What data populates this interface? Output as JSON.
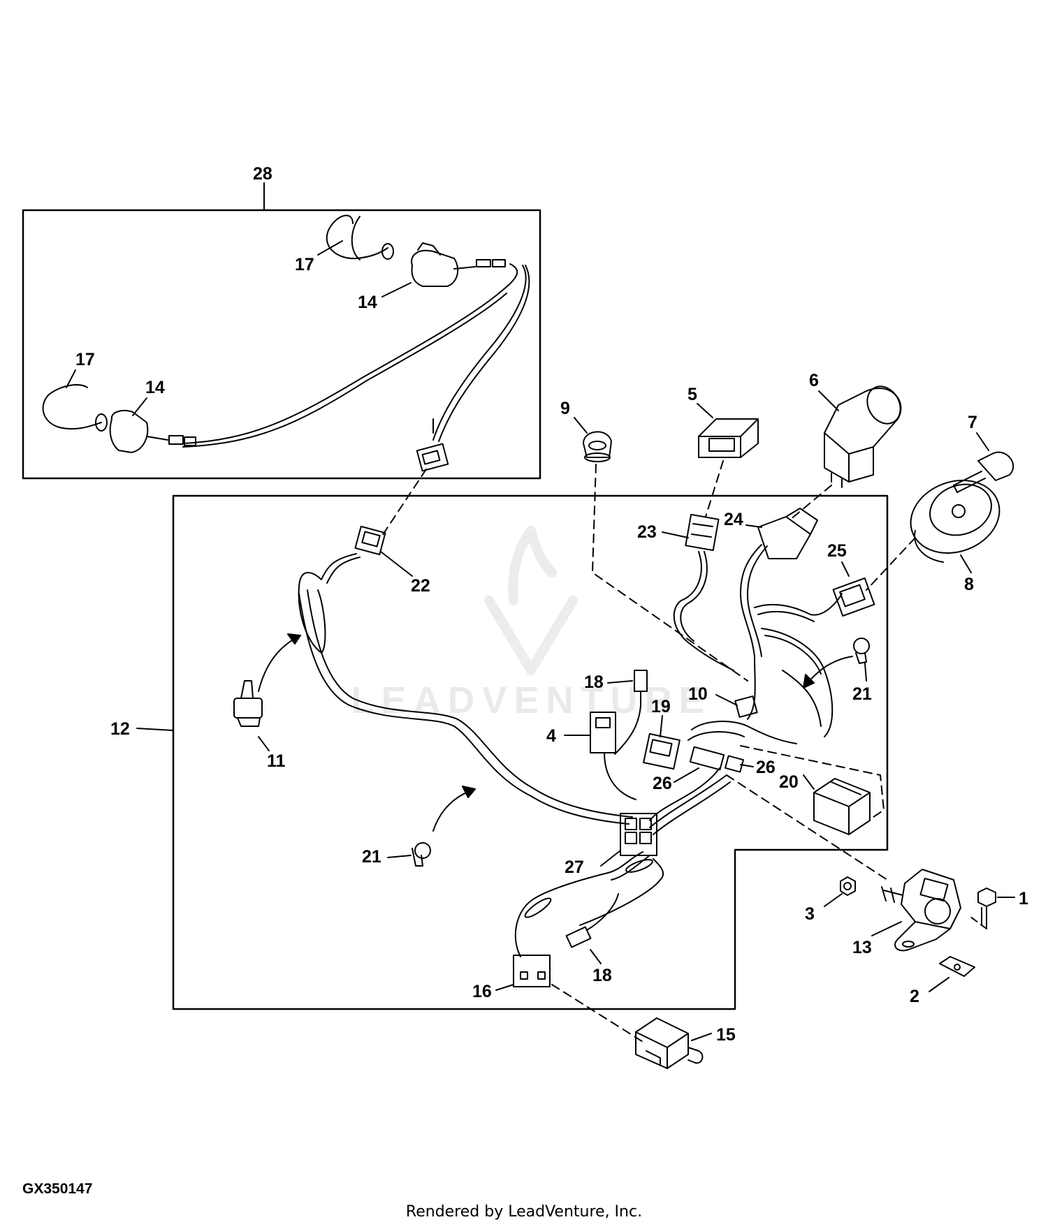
{
  "figure_id": "GX350147",
  "footer_credit": "Rendered by LeadVenture, Inc.",
  "watermark_text": "LEADVENTURE",
  "callouts": {
    "c1": "1",
    "c2": "2",
    "c3": "3",
    "c4": "4",
    "c5": "5",
    "c6": "6",
    "c7": "7",
    "c8": "8",
    "c9": "9",
    "c10": "10",
    "c11": "11",
    "c12": "12",
    "c13": "13",
    "c14a": "14",
    "c14b": "14",
    "c15": "15",
    "c16": "16",
    "c17a": "17",
    "c17b": "17",
    "c18a": "18",
    "c18b": "18",
    "c19": "19",
    "c20": "20",
    "c21a": "21",
    "c21b": "21",
    "c22": "22",
    "c23": "23",
    "c24": "24",
    "c25": "25",
    "c26a": "26",
    "c26b": "26",
    "c27": "27",
    "c28": "28"
  },
  "colors": {
    "line": "#000000",
    "background": "#ffffff"
  }
}
